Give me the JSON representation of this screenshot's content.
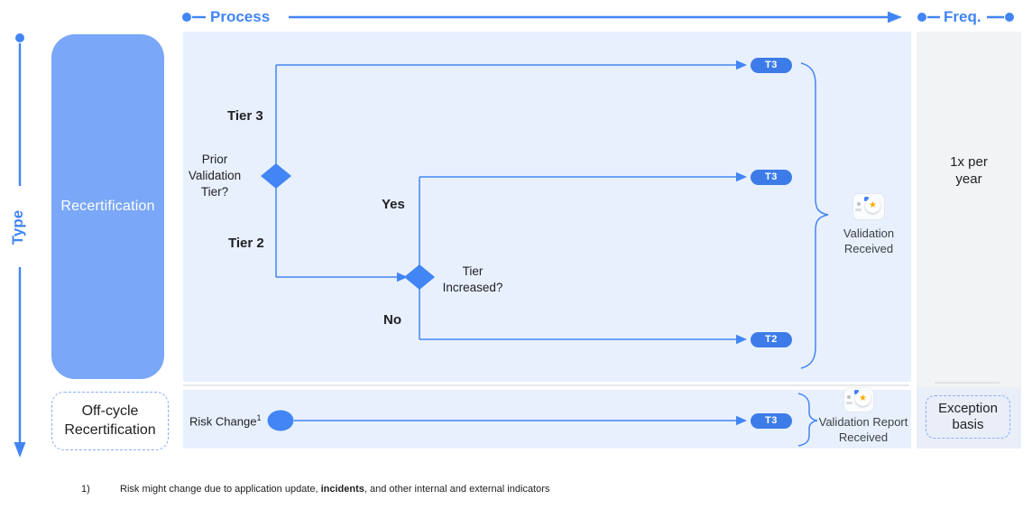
{
  "axes": {
    "process": "Process",
    "freq": "Freq.",
    "type": "Type"
  },
  "type_column": {
    "recertification": "Recertification",
    "offcycle": "Off-cycle Recertification"
  },
  "flowchart": {
    "tier3": "Tier 3",
    "tier2": "Tier 2",
    "decision_prior": "Prior Validation Tier?",
    "decision_increase": "Tier Increased?",
    "yes": "Yes",
    "no": "No",
    "pill_t3": "T3",
    "pill_t2": "T2",
    "validation_received": "Validation Received",
    "risk_change": "Risk Change",
    "risk_change_footref": "1",
    "validation_report_received": "Validation Report Received"
  },
  "frequency": {
    "annual": "1x per year",
    "exception": "Exception basis"
  },
  "footnote": {
    "marker": "1)",
    "text_pre": "Risk might change due to application update, ",
    "text_bold": "incidents",
    "text_post": ", and other internal and external indicators"
  },
  "colors": {
    "accent": "#4285f4",
    "pill_fill": "#3d7ce8",
    "recert_fill": "#7aa7f7",
    "panel_bg": "#e8f0fe",
    "freq_bg": "#f1f3f4",
    "exception_bg": "#e9eef9",
    "divider": "#d7d9dc",
    "text_dark": "#202124",
    "star": "#f9ab00"
  }
}
